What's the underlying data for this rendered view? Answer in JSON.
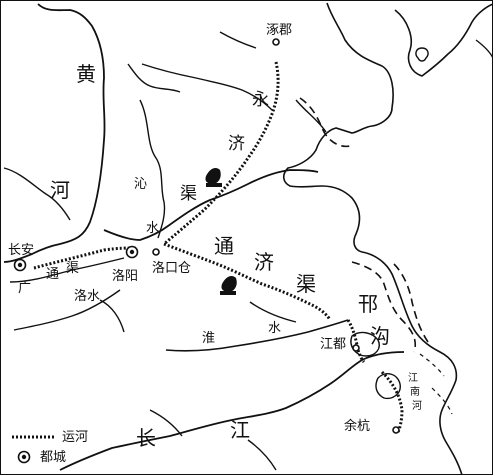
{
  "map": {
    "cities": {
      "zhuojun": "涿郡",
      "changan": "长安",
      "luoyang": "洛阳",
      "luokoucang": "洛口仓",
      "jiangdu": "江都",
      "yuhang": "余杭"
    },
    "canals": {
      "yongji_1": "永",
      "yongji_2": "济",
      "yongji_3": "渠",
      "tongji_1": "通",
      "tongji_2": "济",
      "tongji_3": "渠",
      "guangtong_1": "广",
      "guangtong_2": "通",
      "guangtong_3": "渠",
      "hangou_1": "邗",
      "hangou_2": "沟",
      "jiangnan_1": "江",
      "jiangnan_2": "南",
      "jiangnan_3": "河"
    },
    "rivers": {
      "huanghe_1": "黄",
      "huanghe_2": "河",
      "qinshui_1": "沁",
      "qinshui_2": "水",
      "luoshui": "洛水",
      "huaishui_1": "淮",
      "huaishui_2": "水",
      "changjiang_1": "长",
      "changjiang_2": "江"
    },
    "legend": {
      "canal": "运河",
      "capital": "都城"
    },
    "colors": {
      "ink": "#111111",
      "background": "#ffffff"
    },
    "icons": [
      "granary-icon",
      "capital-city-icon",
      "city-icon"
    ]
  }
}
